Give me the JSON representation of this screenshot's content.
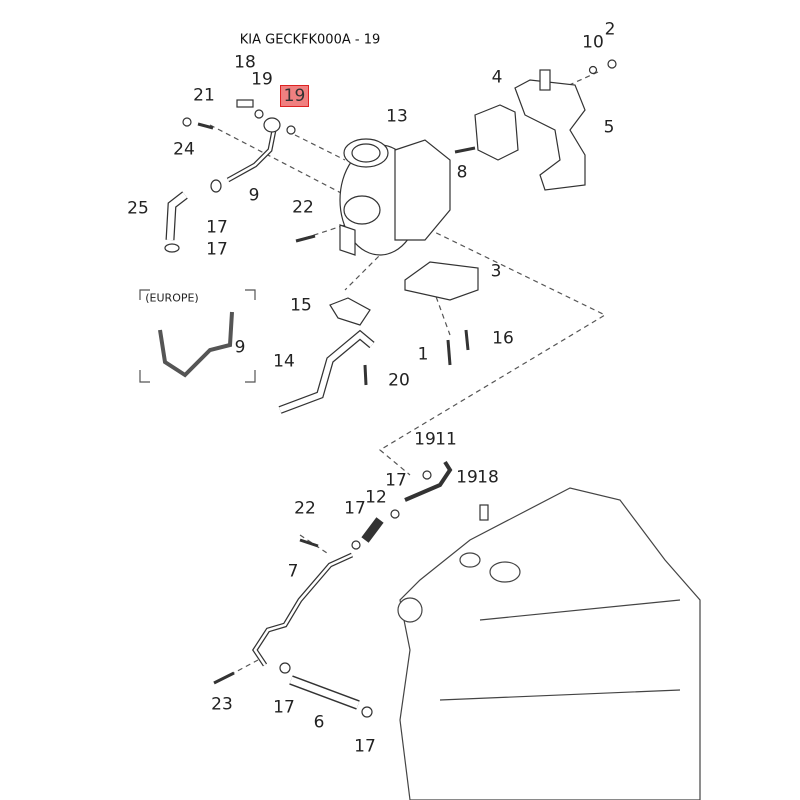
{
  "title": "KIA GECKFK000A - 19",
  "highlighted_callout": "19",
  "europe_label": "(EUROPE)",
  "callouts": [
    "2",
    "10",
    "18",
    "19",
    "21",
    "4",
    "13",
    "5",
    "24",
    "8",
    "9",
    "25",
    "22",
    "17",
    "17",
    "3",
    "15",
    "9",
    "16",
    "1",
    "14",
    "20",
    "19",
    "11",
    "17",
    "19",
    "18",
    "12",
    "17",
    "22",
    "7",
    "23",
    "17",
    "6",
    "17"
  ],
  "colors": {
    "highlight": "#f08080",
    "line": "#333333"
  }
}
